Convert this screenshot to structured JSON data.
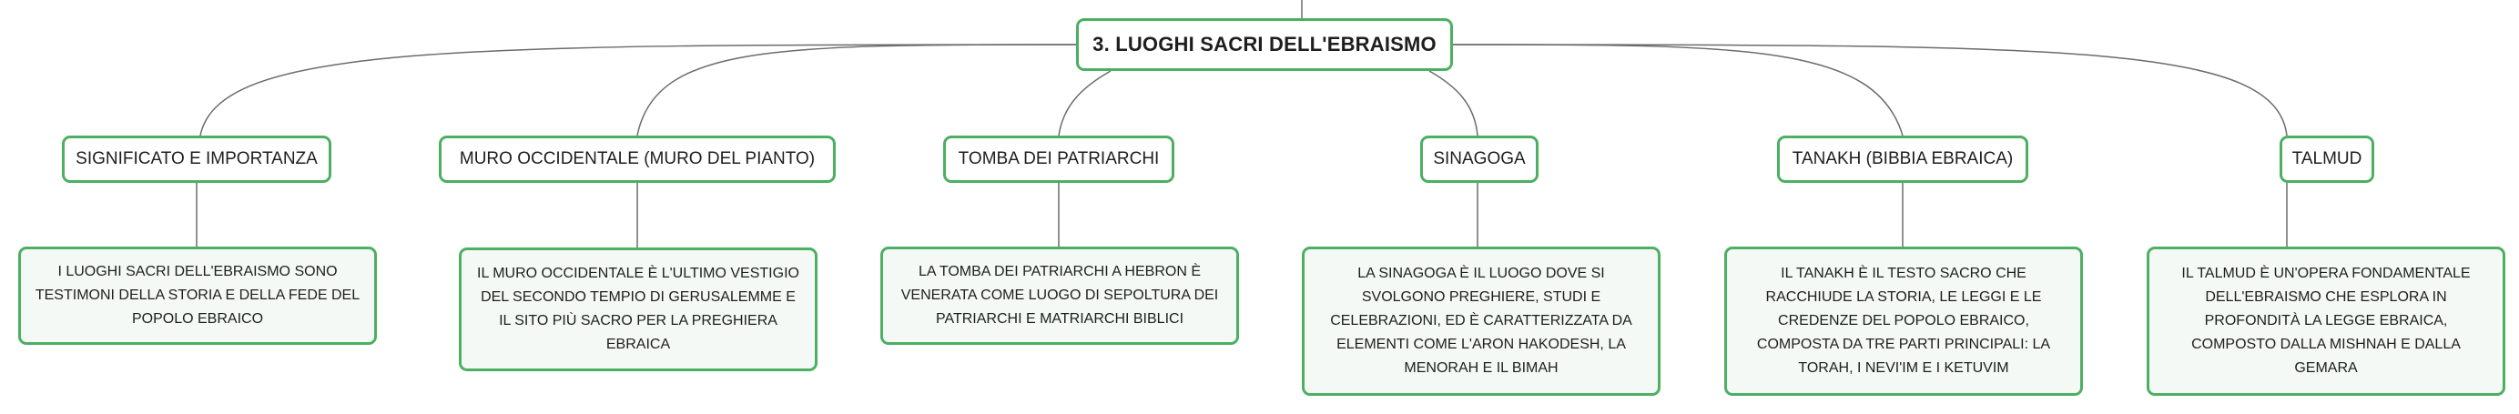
{
  "map": {
    "root": "3. LUOGHI SACRI DELL'EBRAISMO",
    "branches": [
      {
        "label": "SIGNIFICATO E IMPORTANZA",
        "text": "I LUOGHI SACRI DELL'EBRAISMO SONO TESTIMONI DELLA STORIA E DELLA FEDE DEL POPOLO EBRAICO"
      },
      {
        "label": "MURO OCCIDENTALE (MURO DEL PIANTO)",
        "text": "IL MURO OCCIDENTALE È L'ULTIMO VESTIGIO DEL SECONDO TEMPIO DI GERUSALEMME E IL SITO PIÙ SACRO PER LA PREGHIERA EBRAICA"
      },
      {
        "label": "TOMBA DEI PATRIARCHI",
        "text": "LA TOMBA DEI PATRIARCHI A HEBRON È VENERATA COME LUOGO DI SEPOLTURA DEI PATRIARCHI E MATRIARCHI BIBLICI"
      },
      {
        "label": "SINAGOGA",
        "text": "LA SINAGOGA È IL LUOGO DOVE SI SVOLGONO PREGHIERE, STUDI E CELEBRAZIONI, ED È CARATTERIZZATA DA ELEMENTI COME L'ARON HAKODESH, LA MENORAH E IL BIMAH"
      },
      {
        "label": "TANAKH (BIBBIA EBRAICA)",
        "text": "IL TANAKH È IL TESTO SACRO CHE RACCHIUDE LA STORIA, LE LEGGI E LE CREDENZE DEL POPOLO EBRAICO, COMPOSTA DA TRE PARTI PRINCIPALI: LA TORAH, I NEVI'IM E I KETUVIM"
      },
      {
        "label": "TALMUD",
        "text": "IL TALMUD È UN'OPERA FONDAMENTALE DELL'EBRAISMO CHE ESPLORA IN PROFONDITÀ LA LEGGE EBRAICA, COMPOSTO DALLA MISHNAH E DALLA GEMARA"
      }
    ]
  },
  "colors": {
    "node_border": "#4caf62",
    "detail_fill": "#f4f9f5",
    "connector": "#6b6b6b"
  }
}
